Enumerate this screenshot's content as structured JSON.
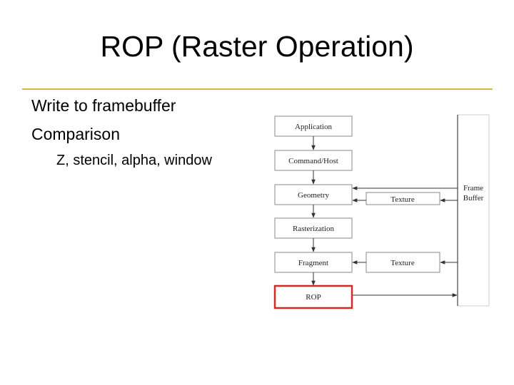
{
  "slide": {
    "title": "ROP (Raster Operation)",
    "bullets": [
      "Write to framebuffer",
      "Comparison"
    ],
    "sub_bullets": [
      "Z, stencil, alpha, window"
    ]
  },
  "diagram": {
    "pipeline": [
      "Application",
      "Command/Host",
      "Geometry",
      "Rasterization",
      "Fragment",
      "ROP"
    ],
    "texture_boxes": [
      "Texture",
      "Texture"
    ],
    "frame_buffer_label_lines": [
      "Frame",
      "Buffer"
    ],
    "highlight_stage": "ROP",
    "highlight_color": "#d62828",
    "box_border_color": "#8a8a8a"
  }
}
